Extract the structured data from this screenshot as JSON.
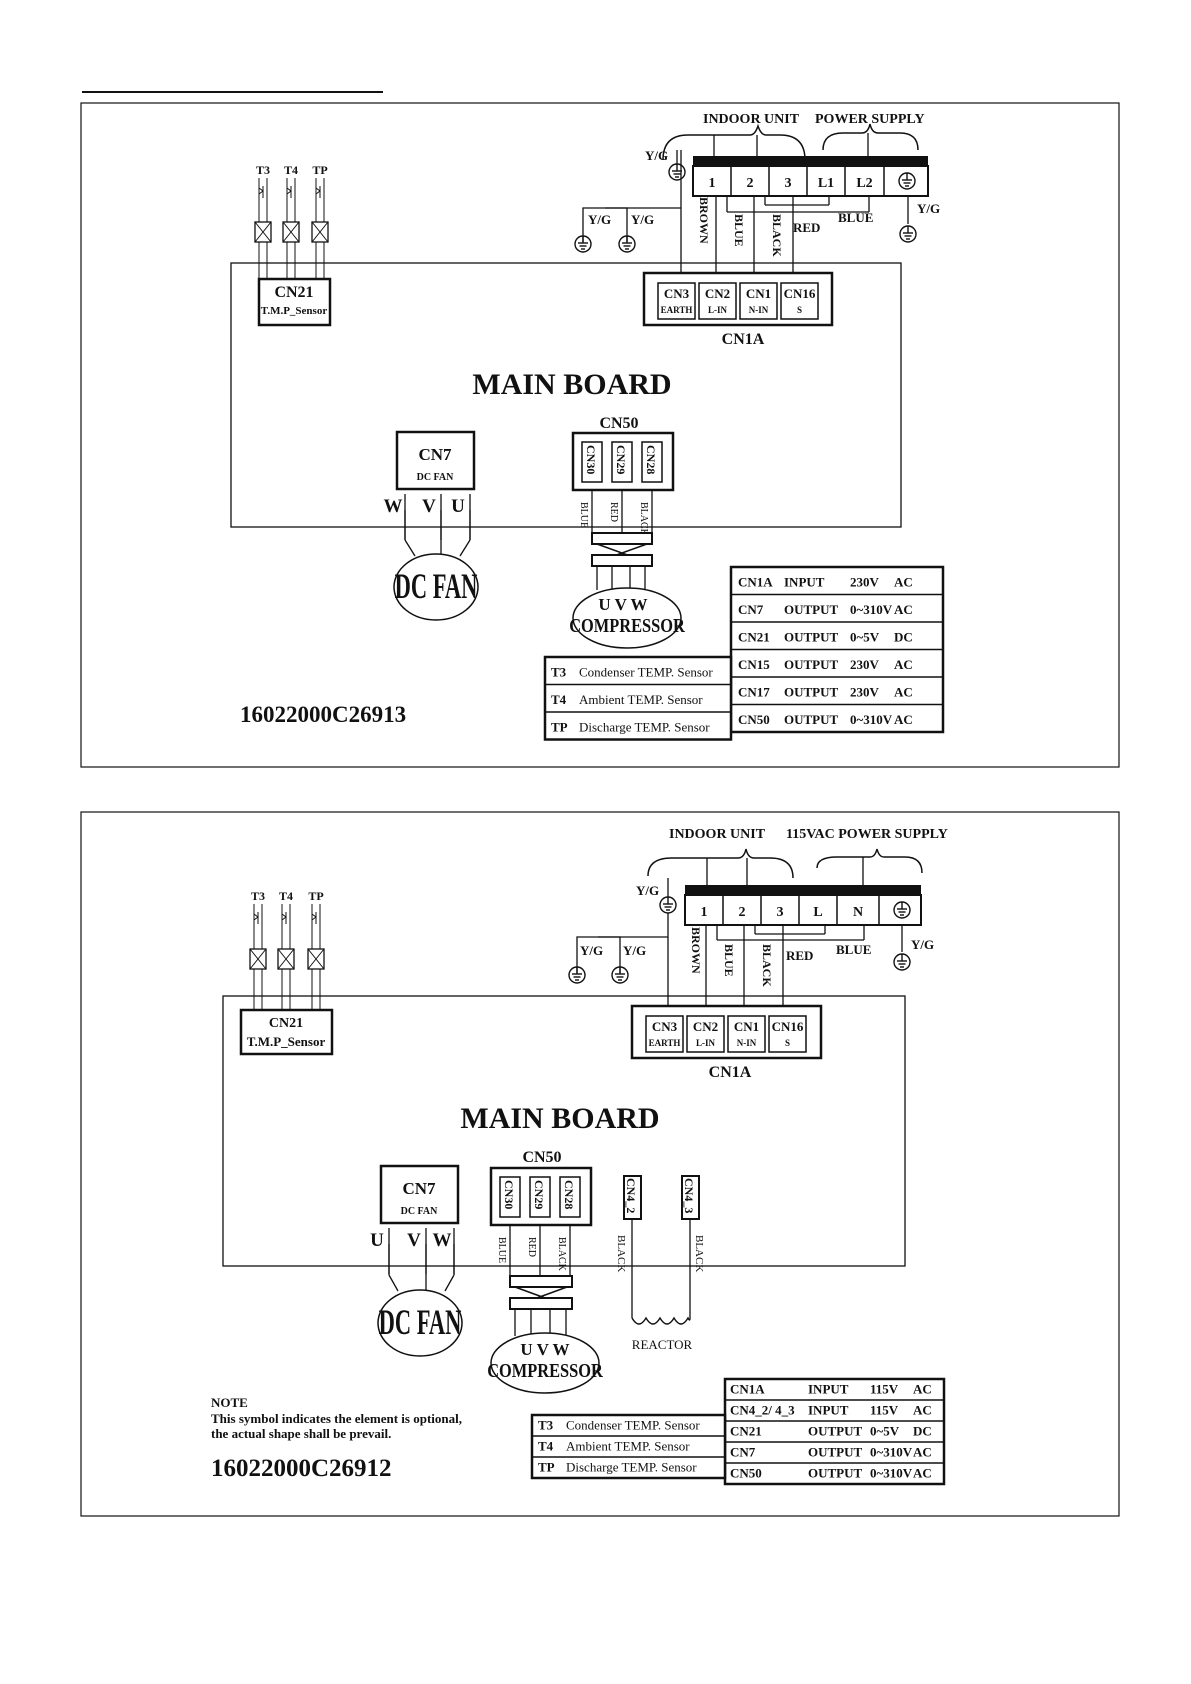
{
  "colors": {
    "ink": "#111111",
    "paper": "#ffffff"
  },
  "d1": {
    "indoor_unit": "INDOOR UNIT",
    "power_supply": "POWER SUPPLY",
    "terminals": [
      "1",
      "2",
      "3",
      "L1",
      "L2"
    ],
    "yg": "Y/G",
    "wires": {
      "brown": "BROWN",
      "blue": "BLUE",
      "black": "BLACK",
      "red": "RED",
      "blue2": "BLUE"
    },
    "sensors": [
      "T3",
      "T4",
      "TP"
    ],
    "cn21": "CN21",
    "tmp": "T.M.P_Sensor",
    "cn1a_conns": [
      {
        "n": "CN3",
        "s": "EARTH"
      },
      {
        "n": "CN2",
        "s": "L-IN"
      },
      {
        "n": "CN1",
        "s": "N-IN"
      },
      {
        "n": "CN16",
        "s": "S"
      }
    ],
    "cn1a": "CN1A",
    "main_board": "MAIN BOARD",
    "cn7": "CN7",
    "dcfan_small": "DC FAN",
    "fan_pins": [
      "W",
      "V",
      "U"
    ],
    "cn50": "CN50",
    "cn50_pins": [
      "CN30",
      "CN29",
      "CN28"
    ],
    "cn50_wires": [
      "BLUE",
      "RED",
      "BLACK"
    ],
    "dc_fan": "DC FAN",
    "uvw": "U V W",
    "compressor": "COMPRESSOR",
    "right_table": [
      [
        "CN1A",
        "INPUT",
        "230V",
        "AC"
      ],
      [
        "CN7",
        "OUTPUT",
        "0~310V",
        "AC"
      ],
      [
        "CN21",
        "OUTPUT",
        "0~5V",
        "DC"
      ],
      [
        "CN15",
        "OUTPUT",
        "230V",
        "AC"
      ],
      [
        "CN17",
        "OUTPUT",
        "230V",
        "AC"
      ],
      [
        "CN50",
        "OUTPUT",
        "0~310V",
        "AC"
      ]
    ],
    "left_table": [
      [
        "T3",
        "Condenser TEMP. Sensor"
      ],
      [
        "T4",
        "Ambient TEMP. Sensor"
      ],
      [
        "TP",
        "Discharge TEMP. Sensor"
      ]
    ],
    "code": "16022000C26913"
  },
  "d2": {
    "indoor_unit": "INDOOR UNIT",
    "power_supply": "115VAC POWER SUPPLY",
    "terminals": [
      "1",
      "2",
      "3",
      "L",
      "N"
    ],
    "yg": "Y/G",
    "wires": {
      "brown": "BROWN",
      "blue": "BLUE",
      "black": "BLACK",
      "red": "RED",
      "blue2": "BLUE"
    },
    "sensors": [
      "T3",
      "T4",
      "TP"
    ],
    "cn21": "CN21",
    "tmp": "T.M.P_Sensor",
    "cn1a_conns": [
      {
        "n": "CN3",
        "s": "EARTH"
      },
      {
        "n": "CN2",
        "s": "L-IN"
      },
      {
        "n": "CN1",
        "s": "N-IN"
      },
      {
        "n": "CN16",
        "s": "S"
      }
    ],
    "cn1a": "CN1A",
    "main_board": "MAIN BOARD",
    "cn7": "CN7",
    "dcfan_small": "DC FAN",
    "fan_pins": [
      "U",
      "V",
      "W"
    ],
    "cn50": "CN50",
    "cn50_pins": [
      "CN30",
      "CN29",
      "CN28"
    ],
    "cn50_wires": [
      "BLUE",
      "RED",
      "BLACK"
    ],
    "cn4_2": "CN4_2",
    "cn4_3": "CN4_3",
    "reactor_wires": [
      "BLACK",
      "BLACK"
    ],
    "reactor": "REACTOR",
    "dc_fan": "DC FAN",
    "uvw": "U V W",
    "compressor": "COMPRESSOR",
    "right_table": [
      [
        "CN1A",
        "INPUT",
        "115V",
        "AC"
      ],
      [
        "CN4_2/ 4_3",
        "INPUT",
        "115V",
        "AC"
      ],
      [
        "CN21",
        "OUTPUT",
        "0~5V",
        "DC"
      ],
      [
        "CN7",
        "OUTPUT",
        "0~310V",
        "AC"
      ],
      [
        "CN50",
        "OUTPUT",
        "0~310V",
        "AC"
      ]
    ],
    "left_table": [
      [
        "T3",
        "Condenser TEMP. Sensor"
      ],
      [
        "T4",
        "Ambient TEMP. Sensor"
      ],
      [
        "TP",
        "Discharge TEMP. Sensor"
      ]
    ],
    "note_title": "NOTE",
    "note_l1": "This symbol indicates the element is  optional,",
    "note_l2": "the actual shape shall be prevail.",
    "code": "16022000C26912"
  }
}
